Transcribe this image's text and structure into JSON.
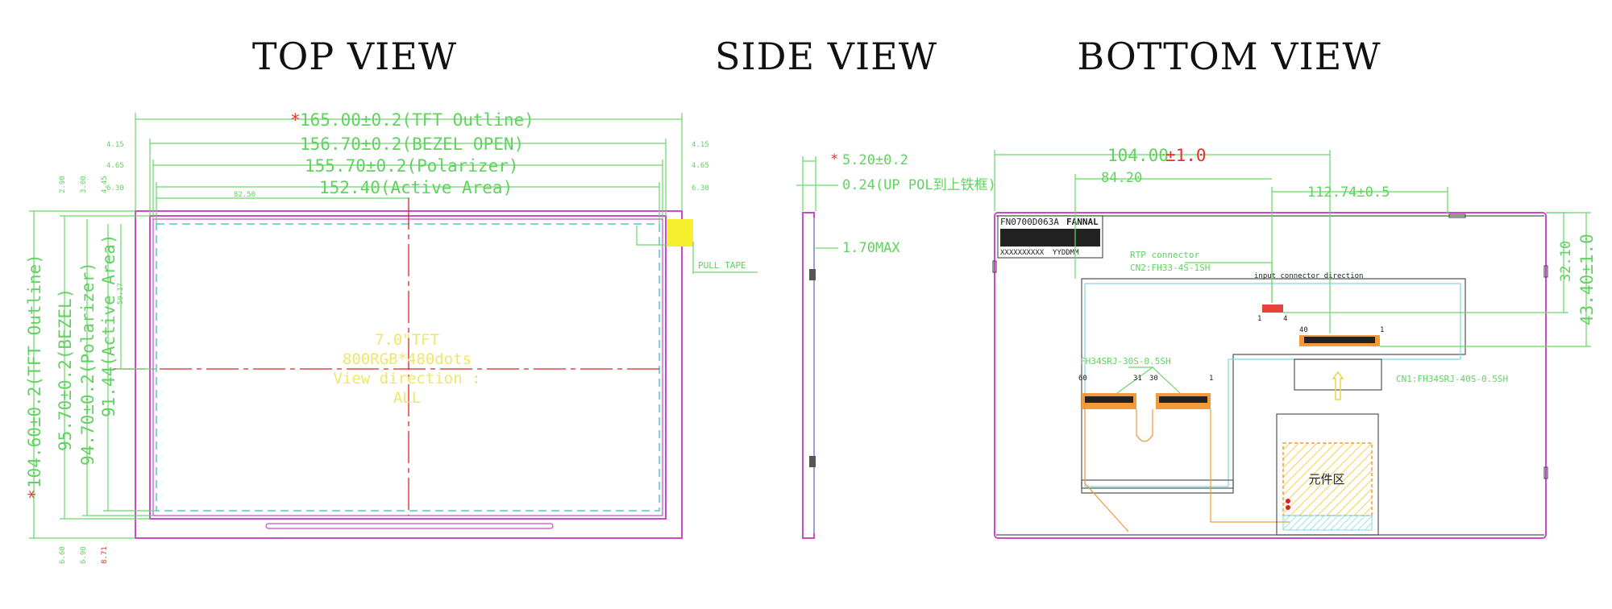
{
  "titles": {
    "top": "TOP VIEW",
    "side": "SIDE VIEW",
    "bottom": "BOTTOM VIEW"
  },
  "top_view": {
    "star": "*",
    "tft_outline_w": "165.00±0.2(TFT Outline)",
    "bezel_open_w": "156.70±0.2(BEZEL OPEN)",
    "polarizer_w": "155.70±0.2(Polarizer)",
    "active_w": "152.40(Active Area)",
    "tft_outline_h": "104.60±0.2(TFT Outline)",
    "bezel_h": "95.70±0.2(BEZEL)",
    "polarizer_h": "94.70±0.2(Polarizer)",
    "active_h": "91.44(Active Area)",
    "pull_tape": "PULL TAPE",
    "center_line1": "7.0\"TFT",
    "center_line2": "800RGB*480dots",
    "center_line3": "View direction :",
    "center_line4": "ALL",
    "small": {
      "l415": "4.15",
      "r415": "4.15",
      "l465": "4.65",
      "r465": "4.65",
      "l630": "6.30",
      "r630": "6.30",
      "h8250": "82.50",
      "v290": "2.90",
      "v300": "3.00",
      "v445": "4.45",
      "v5017": "50.17",
      "b600": "6.60",
      "b690": "6.90",
      "b871": "8.71"
    }
  },
  "side_view": {
    "star": "*",
    "thickness": "5.20±0.2",
    "pol": "0.24(UP POL到上铁框)",
    "max": "1.70MAX"
  },
  "bottom_view": {
    "dim_104": "104.00",
    "tol_104": "±1.0",
    "dim_8420": "84.20",
    "dim_11274": "112.74±0.5",
    "dim_3210": "32.10",
    "dim_4340": "43.40±1.0",
    "label_model": "FN0700D063A",
    "label_brand": "FANNAL",
    "label_code": "XXXXXXXXXX",
    "label_code2": "YYDDMM",
    "rtp_line1": "RTP connector",
    "rtp_line2": "CN2:FH33-4S-1SH",
    "input_dir": "input connector direction",
    "pin_1": "1",
    "pin_4": "4",
    "pin_40": "40",
    "pin_1b": "1",
    "fh34_label": "FH34SRJ-30S-0.5SH",
    "pin_60": "60",
    "pin_31": "31",
    "pin_30": "30",
    "pin_1c": "1",
    "cn1": "CN1:FH34SRJ-40S-0.5SH",
    "components": "元件区"
  },
  "colors": {
    "dimension": "#5fd35f",
    "outline": "#c94bc9",
    "active_area": "#4fc7d9",
    "center_line": "#e02020",
    "tolerance": "#e8312b",
    "text_yellow": "#f0e66a",
    "hatch": "#f2d24a"
  }
}
